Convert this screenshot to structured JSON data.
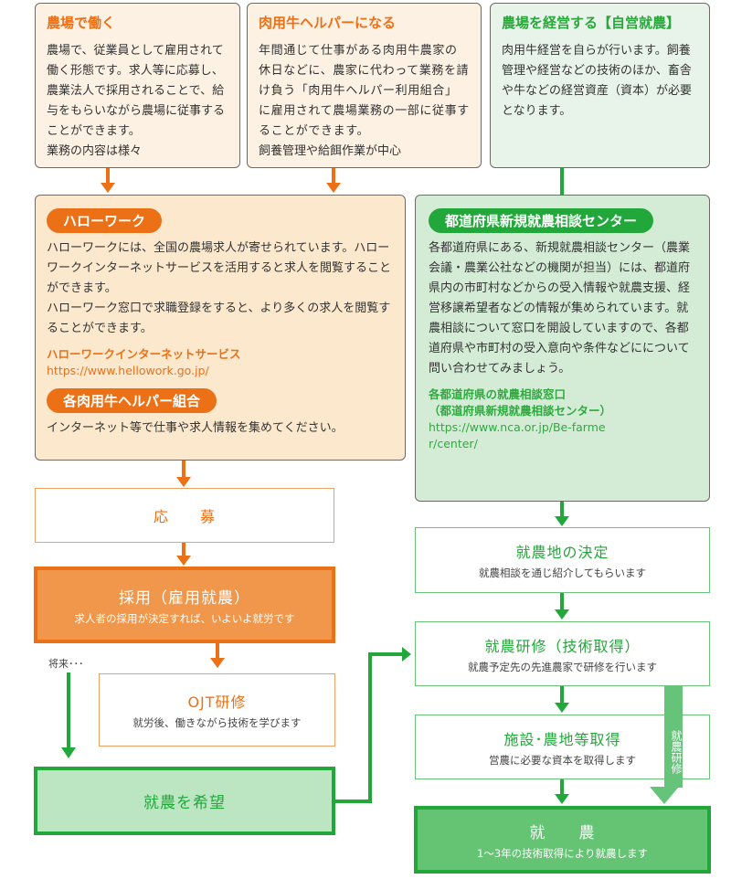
{
  "top_boxes": [
    {
      "title": "農場で働く",
      "body": "農場で、従業員として雇用されて働く形態です。求人等に応募し、農業法人で採用されることで、給与をもらいながら農場に従事することができます。",
      "note": "業務の内容は様々"
    },
    {
      "title": "肉用牛ヘルパーになる",
      "body": "年間通じて仕事がある肉用牛農家の休日などに、農家に代わって業務を請け負う「肉用牛ヘルパー利用組合」に雇用されて農場業務の一部に従事することができます。",
      "note": "飼養管理や給餌作業が中心"
    },
    {
      "title": "農場を経営する【自営就農】",
      "body": "肉用牛経営を自らが行います。飼養管理や経営などの技術のほか、畜舎や牛などの経営資産（資本）が必要となります。"
    }
  ],
  "hellowork": {
    "pill": "ハローワーク",
    "body1": "ハローワークには、全国の農場求人が寄せられています。ハローワークインターネットサービスを活用すると求人を閲覧することができます。",
    "body2": "ハローワーク窓口で求職登録をすると、より多くの求人を閲覧することができます。",
    "link_title": "ハローワークインターネットサービス",
    "link_url": "https://www.hellowork.go.jp/",
    "pill2": "各肉用牛ヘルパー組合",
    "body3": "インターネット等で仕事や求人情報を集めてください。"
  },
  "center": {
    "pill": "都道府県新規就農相談センター",
    "body": "各都道府県にある、新規就農相談センター（農業会議・農業公社などの機関が担当）には、都道府県内の市町村などからの受入情報や就農支援、経営移譲希望者などの情報が集められています。就農相談について窓口を開設していますので、各都道府県や市町村の受入意向や条件などにについて問い合わせてみましょう。",
    "link_title1": "各都道府県の就農相談窓口",
    "link_title2": "（都道府県新規就農相談センター）",
    "link_url": "https://www.nca.or.jp/Be-farmer/center/"
  },
  "left_flow": {
    "apply": "応　　募",
    "hire_title": "採用（雇用就農）",
    "hire_sub": "求人者の採用が決定すれば、いよいよ就労です",
    "future": "将来･･･",
    "ojt_title": "OJT研修",
    "ojt_sub": "就労後、働きながら技術を学びます",
    "hope": "就農を希望"
  },
  "right_flow": {
    "land_title": "就農地の決定",
    "land_sub": "就農相談を通じ紹介してもらいます",
    "training_title": "就農研修（技術取得）",
    "training_sub": "就農予定先の先進農家で研修を行います",
    "facility_title": "施設･農地等取得",
    "facility_sub": "営農に必要な資本を取得します",
    "farming_title": "就　　農",
    "farming_sub": "1～3年の技術取得により就農します",
    "side_arrow": "就農研修"
  },
  "colors": {
    "orange": "#ec7016",
    "green": "#22a83a",
    "light_green": "#66c47a"
  }
}
